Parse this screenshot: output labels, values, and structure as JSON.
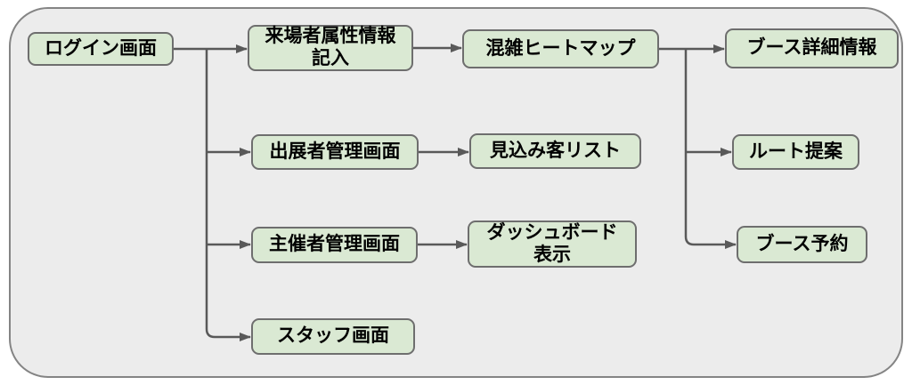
{
  "diagram": {
    "title": "screen-flow-diagram",
    "colors": {
      "canvas_background": "#ececec",
      "canvas_border": "#848484",
      "node_fill": "#dae9d3",
      "node_border": "#6e6e6e",
      "connector": "#595959",
      "text": "#000000"
    },
    "nodes": [
      {
        "id": "login",
        "label": "ログイン画面"
      },
      {
        "id": "visitor-info",
        "label": "来場者属性情報\n記入"
      },
      {
        "id": "heatmap",
        "label": "混雑ヒートマップ"
      },
      {
        "id": "booth-detail",
        "label": "ブース詳細情報"
      },
      {
        "id": "exhibitor-admin",
        "label": "出展者管理画面"
      },
      {
        "id": "prospect-list",
        "label": "見込み客リスト"
      },
      {
        "id": "route-suggest",
        "label": "ルート提案"
      },
      {
        "id": "organizer-admin",
        "label": "主催者管理画面"
      },
      {
        "id": "dashboard",
        "label": "ダッシュボード\n表示"
      },
      {
        "id": "booth-reserve",
        "label": "ブース予約"
      },
      {
        "id": "staff",
        "label": "スタッフ画面"
      }
    ],
    "edges": [
      {
        "from": "login",
        "to": "visitor-info"
      },
      {
        "from": "login",
        "to": "exhibitor-admin"
      },
      {
        "from": "login",
        "to": "organizer-admin"
      },
      {
        "from": "login",
        "to": "staff"
      },
      {
        "from": "visitor-info",
        "to": "heatmap"
      },
      {
        "from": "heatmap",
        "to": "booth-detail"
      },
      {
        "from": "heatmap",
        "to": "route-suggest"
      },
      {
        "from": "heatmap",
        "to": "booth-reserve"
      },
      {
        "from": "exhibitor-admin",
        "to": "prospect-list"
      },
      {
        "from": "organizer-admin",
        "to": "dashboard"
      }
    ]
  }
}
